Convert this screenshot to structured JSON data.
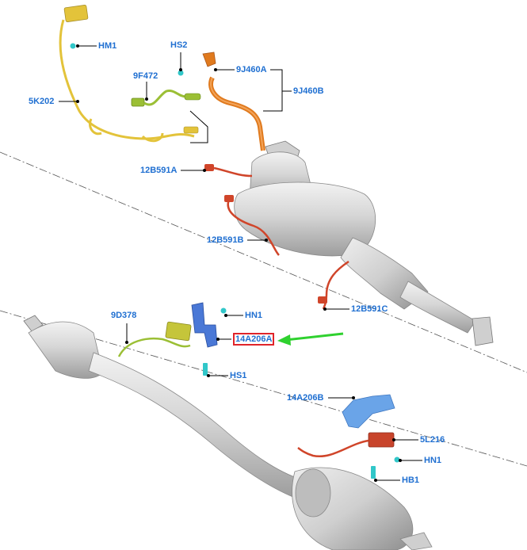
{
  "labels": {
    "HM1": "HM1",
    "HS2": "HS2",
    "9F472": "9F472",
    "9J460A": "9J460A",
    "9J460B": "9J460B",
    "5K202": "5K202",
    "12B591A": "12B591A",
    "12B591B": "12B591B",
    "12B591C": "12B591C",
    "9D378": "9D378",
    "HN1_top": "HN1",
    "14A206A": "14A206A",
    "HS1": "HS1",
    "14A206B": "14A206B",
    "5L216": "5L216",
    "HN1_bottom": "HN1",
    "HB1": "HB1"
  },
  "highlighted_part": "14A206A",
  "colors": {
    "label_text": "#1f6fd1",
    "highlight_box": "#e0242a",
    "pointer_arrow": "#2fd12f",
    "harness_yellow": "#e3c33a",
    "harness_green": "#9bbf35",
    "pipe_orange": "#e07a1e",
    "harness_red": "#d0452a",
    "bracket_blue": "#4a78d6",
    "fastener_cyan": "#31c7c9",
    "exhaust_gray": "#c9c9c9"
  }
}
